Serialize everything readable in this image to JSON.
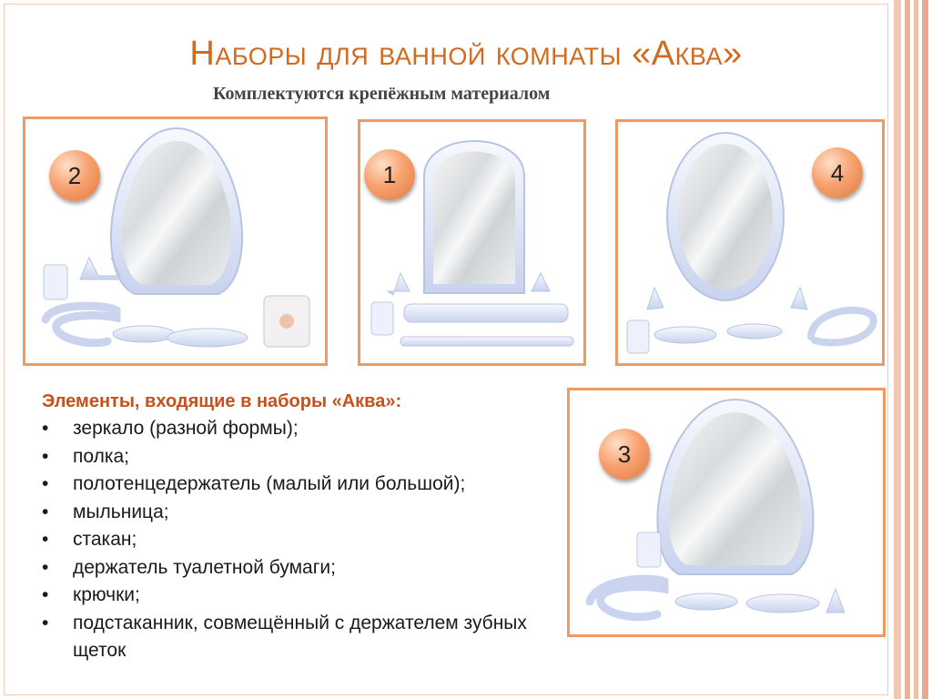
{
  "slide": {
    "title": "Наборы для ванной комнаты «Аква»",
    "subtitle": "Комплектуются крепёжным материалом"
  },
  "sets": [
    {
      "number": "2"
    },
    {
      "number": "1"
    },
    {
      "number": "4"
    },
    {
      "number": "3"
    }
  ],
  "elements": {
    "heading": "Элементы, входящие в наборы «Аква»:",
    "items": [
      "зеркало (разной формы);",
      "полка;",
      "полотенцедержатель (малый или большой);",
      "мыльница;",
      "стакан;",
      "держатель туалетной бумаги;",
      "крючки;",
      "подстаканник, совмещённый с держателем зубных щеток"
    ]
  },
  "colors": {
    "title": "#d2691e",
    "heading": "#c8501a",
    "panel_border": "#ef9a5e",
    "badge": "#f7a271",
    "stripes": [
      "#f5c8b4",
      "#ebb19a",
      "#f1bfa8",
      "#e9a88f"
    ]
  }
}
